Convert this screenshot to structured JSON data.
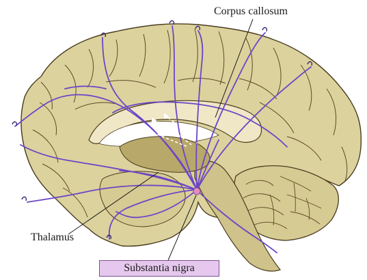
{
  "figure": {
    "labels": {
      "corpus_callosum": "Corpus callosum",
      "thalamus": "Thalamus",
      "substantia_nigra": "Substantia nigra"
    },
    "colors": {
      "brain_fill": "#dcd29d",
      "brain_shade": "#b8a86a",
      "sulcus_line": "#5a4a25",
      "pathway": "#6b45c8",
      "pathway_dashed": "#ffffff",
      "callout_box_fill": "#e6c8ee",
      "callout_box_border": "#7a4f8f",
      "nigra_dot": "#e88cc0"
    }
  }
}
